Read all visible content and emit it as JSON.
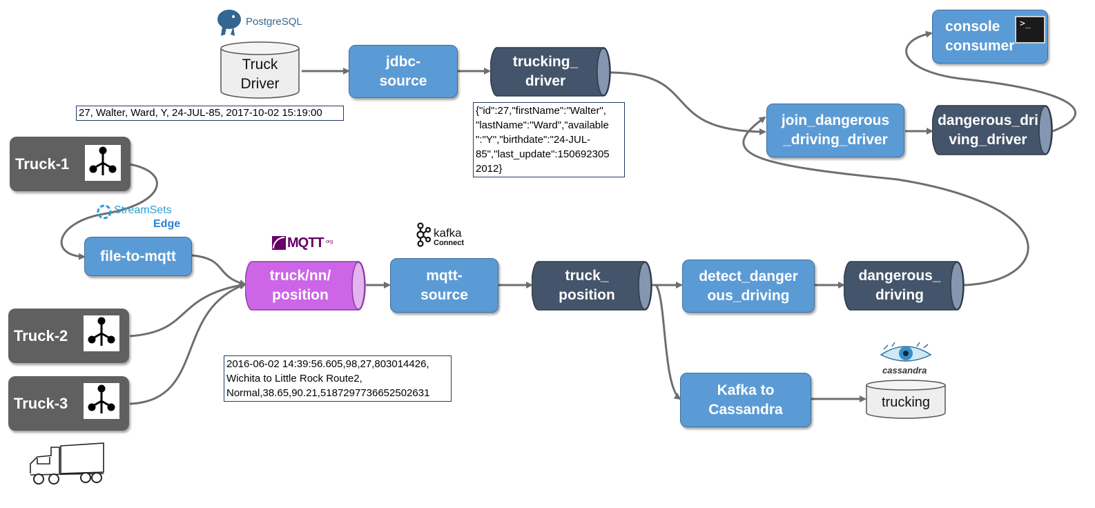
{
  "colors": {
    "process": "#5b9bd5",
    "topic": "#44546a",
    "mqtt_topic": "#cc66e6",
    "truck": "#606060",
    "arrow": "#6e6e6e"
  },
  "logos": {
    "postgres": "PostgreSQL",
    "streamsets": "StreamSets",
    "streamsets_edge": "Edge",
    "mqtt": "MQTT",
    "mqtt_org": "org",
    "kafka": "kafka",
    "kafka_connect": "Connect",
    "cassandra": "cassandra"
  },
  "databases": {
    "truck_driver": "Truck\nDriver",
    "trucking": "trucking"
  },
  "trucks": [
    "Truck-1",
    "Truck-2",
    "Truck-3"
  ],
  "processes": {
    "jdbc_source": "jdbc-\nsource",
    "file_to_mqtt": "file-to-mqtt",
    "mqtt_source": "mqtt-\nsource",
    "detect": "detect_danger\nous_driving",
    "join": "join_dangerous\n_driving_driver",
    "console": "console\nconsumer",
    "kafka_cassandra": "Kafka to\nCassandra"
  },
  "topics": {
    "trucking_driver": "trucking_\ndriver",
    "mqtt_position": "truck/nn/\nposition",
    "truck_position": "truck_\nposition",
    "dangerous_driving": "dangerous_\ndriving",
    "dangerous_driving_driver": "dangerous_dri\nving_driver"
  },
  "notes": {
    "driver_row": "27, Walter, Ward, Y, 24-JUL-85, 2017-10-02 15:19:00",
    "driver_json": "{\"id\":27,\"firstName\":\"Walter\",\n\"lastName\":\"Ward\",\"available\n\":\"Y\",\"birthdate\":\"24-JUL-\n85\",\"last_update\":150692305\n2012}",
    "position": "2016-06-02 14:39:56.605,98,27,803014426,\nWichita to Little Rock Route2,\nNormal,38.65,90.21,5187297736652502631"
  },
  "icons": [
    "postgres-elephant-icon",
    "terminal-icon",
    "edge-device-icon",
    "truck-icon",
    "cassandra-eye-icon"
  ]
}
